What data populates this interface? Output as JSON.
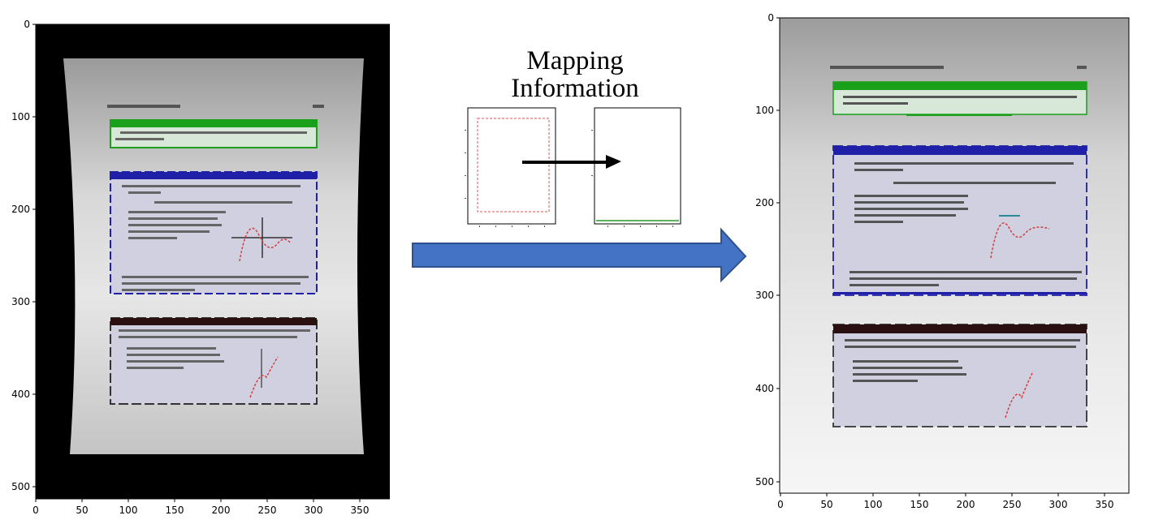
{
  "left_plot": {
    "x_ticks": [
      "0",
      "50",
      "100",
      "150",
      "200",
      "250",
      "300",
      "350"
    ],
    "y_ticks": [
      "0",
      "100",
      "200",
      "300",
      "400",
      "500"
    ],
    "description": "distorted (warped) document image"
  },
  "right_plot": {
    "x_ticks": [
      "0",
      "50",
      "100",
      "150",
      "200",
      "250",
      "300",
      "350"
    ],
    "y_ticks": [
      "0",
      "100",
      "200",
      "300",
      "400",
      "500"
    ],
    "description": "rectified document image"
  },
  "caption": {
    "line1": "Mapping",
    "line2": "Information"
  },
  "colors": {
    "arrow_fill": "#4472c4",
    "arrow_stroke": "#2f528f",
    "green_box": "#1aa01a",
    "blue_box": "#1f1fa8",
    "dark_box": "#2a1010",
    "dash_red": "#e05050",
    "dash_green": "#2a9a2a"
  }
}
